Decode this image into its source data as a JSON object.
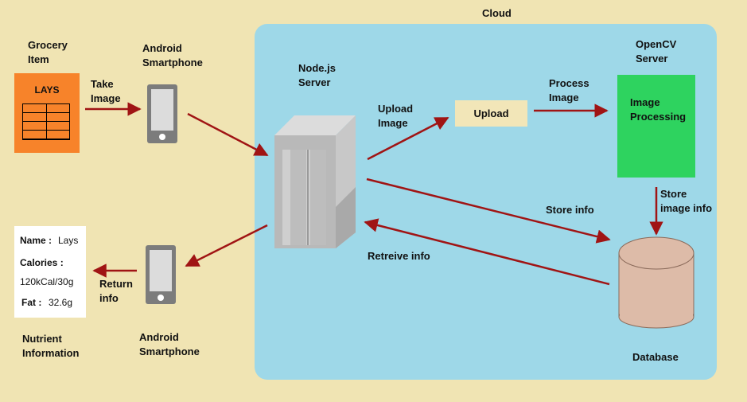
{
  "labels": {
    "cloud": "Cloud",
    "grocery_item": "Grocery\nItem",
    "take_image": "Take\nImage",
    "android_top": "Android\nSmartphone",
    "android_bottom": "Android\nSmartphone",
    "nodejs_server": "Node.js\nServer",
    "upload_image": "Upload\nImage",
    "process_image": "Process\nImage",
    "opencv_server": "OpenCV\nServer",
    "store_image_info": "Store\nimage info",
    "store_info": "Store info",
    "retrieve_info": "Retreive info",
    "database": "Database",
    "return_info": "Return\ninfo",
    "nutrient_information": "Nutrient\nInformation"
  },
  "grocery_box": {
    "name": "LAYS"
  },
  "upload_box": {
    "label": "Upload"
  },
  "image_processing_box": {
    "label": "Image\nProcessing"
  },
  "nutrient_card": {
    "name_label": "Name :",
    "name_value": "Lays",
    "calories_label": "Calories :",
    "calories_value": "120kCal/30g",
    "fat_label": "Fat :",
    "fat_value": "32.6g"
  },
  "colors": {
    "background": "#f0e4b3",
    "cloud": "#9ed8e8",
    "arrow": "#a01414",
    "grocery": "#f7832a",
    "image_processing": "#2ed35f",
    "upload": "#f2e6b8",
    "database": "#ddbba8"
  }
}
